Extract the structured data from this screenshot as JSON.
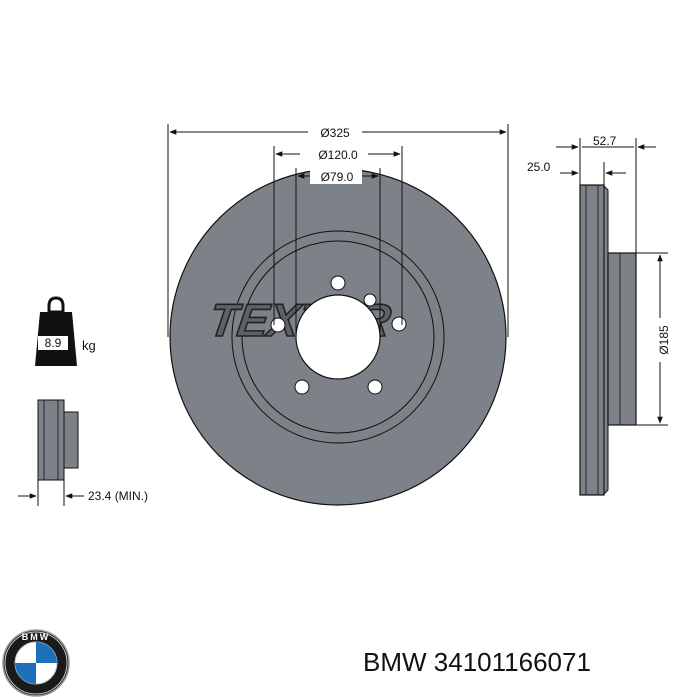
{
  "colors": {
    "disc": "#7c8288",
    "disc_dark": "#6a7076",
    "line": "#111111",
    "brand_blue": "#1c6fb9",
    "background": "#ffffff"
  },
  "logo_text": "TEXTAR",
  "dimensions": {
    "outer_diameter": "Ø325",
    "pcd": "Ø120.0",
    "center_bore": "Ø79.0",
    "total_height": "52.7",
    "disc_thickness": "25.0",
    "hub_diameter": "Ø185",
    "min_thickness": "23.4 (MIN.)"
  },
  "weight": {
    "value": "8.9",
    "unit": "kg"
  },
  "brand": {
    "name": "BMW",
    "part_number": "34101166071",
    "logo_icon": "bmw-roundel-icon",
    "logo_letters": "BMW"
  }
}
